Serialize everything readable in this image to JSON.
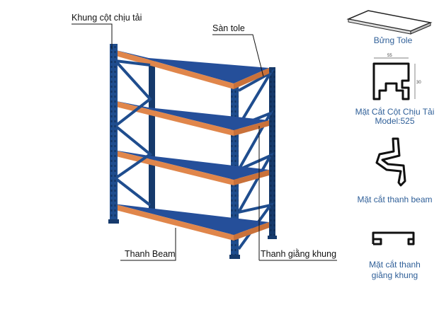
{
  "callouts": {
    "frame": "Khung cột chịu tải",
    "deck": "Sàn tole",
    "beam": "Thanh Beam",
    "bracing": "Thanh giằng khung"
  },
  "details": {
    "deck_panel": "Bửng Tole",
    "column_section_line1": "Mặt Cắt Cột Chịu Tải",
    "column_section_line2": "Model:525",
    "column_dim_width": "55",
    "column_dim_height": "30",
    "beam_section": "Mặt cắt thanh beam",
    "bracing_section_line1": "Mặt cắt thanh",
    "bracing_section_line2": "giằng khung"
  },
  "colors": {
    "frame_blue": "#1f4d8e",
    "frame_blue_dark": "#163a6c",
    "deck_blue": "#254f9a",
    "beam_orange": "#e0864b",
    "detail_text": "#2f5f98"
  }
}
